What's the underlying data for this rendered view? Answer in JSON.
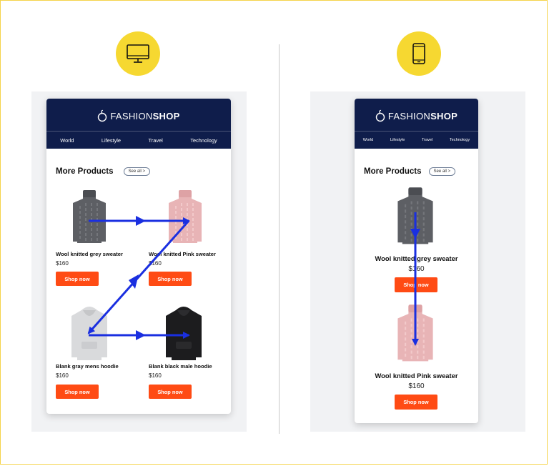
{
  "brand": {
    "light": "FASHION",
    "bold": "SHOP"
  },
  "nav": [
    "World",
    "Lifestyle",
    "Travel",
    "Technology"
  ],
  "section": {
    "title": "More Products",
    "see_all": "See all >"
  },
  "products": [
    {
      "name": "Wool knitted grey sweater",
      "price": "$160",
      "button": "Shop now",
      "image": "grey-sweater"
    },
    {
      "name": "Wool knitted Pink sweater",
      "price": "$160",
      "button": "Shop now",
      "image": "pink-sweater"
    },
    {
      "name": "Blank gray mens hoodie",
      "price": "$160",
      "button": "Shop now",
      "image": "gray-hoodie"
    },
    {
      "name": "Blank black male hoodie",
      "price": "$160",
      "button": "Shop now",
      "image": "black-hoodie"
    }
  ],
  "desktop": {
    "icon": "desktop-monitor-icon"
  },
  "mobile": {
    "icon": "smartphone-icon"
  },
  "colors": {
    "badge": "#f6d831",
    "header": "#0f1d4b",
    "button": "#ff4b14",
    "arrow": "#1a2fe0",
    "panel": "#f1f2f4"
  }
}
